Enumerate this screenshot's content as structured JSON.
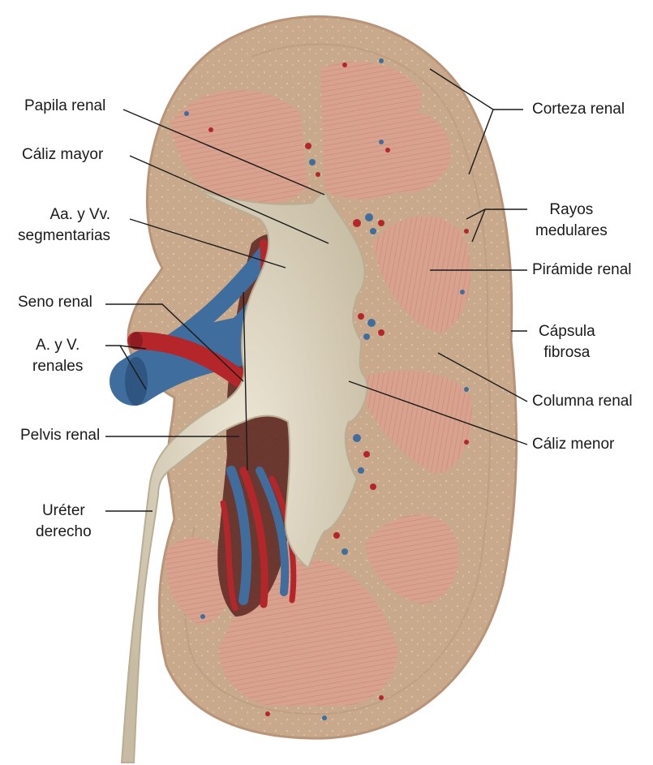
{
  "diagram": {
    "labels": {
      "papila_renal": "Papila renal",
      "caliz_mayor": "Cáliz mayor",
      "aa_vv_segmentarias_1": "Aa. y Vv.",
      "aa_vv_segmentarias_2": "segmentarias",
      "seno_renal": "Seno renal",
      "a_v_renales_1": "A. y V.",
      "a_v_renales_2": "renales",
      "pelvis_renal": "Pelvis renal",
      "ureter_1": "Uréter",
      "ureter_2": "derecho",
      "corteza_renal": "Corteza renal",
      "rayos_medulares_1": "Rayos",
      "rayos_medulares_2": "medulares",
      "piramide_renal": "Pirámide renal",
      "capsula_fibrosa_1": "Cápsula",
      "capsula_fibrosa_2": "fibrosa",
      "columna_renal": "Columna renal",
      "caliz_menor": "Cáliz menor"
    },
    "colors": {
      "cortex": "#c9a98c",
      "cortex_edge": "#b89479",
      "pyramid": "#d9a28f",
      "pyramid_stripe": "#c88f7b",
      "calyx": "#ddd6c3",
      "calyx_shadow": "#b9ae94",
      "artery": "#b5262b",
      "vein": "#3f6e9e",
      "sinus_dark": "#5a2420",
      "leader": "#1a1a1a"
    }
  }
}
